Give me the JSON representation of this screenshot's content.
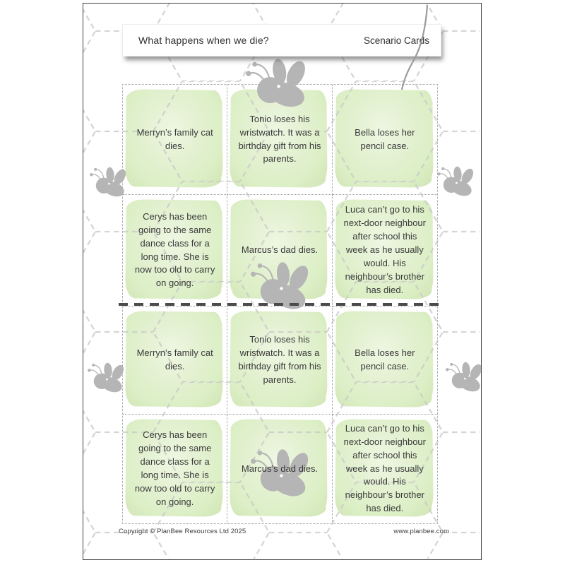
{
  "header": {
    "title": "What happens when we die?",
    "subtitle": "Scenario Cards"
  },
  "cards": {
    "repeat_count": 2,
    "scenarios": [
      "Merryn’s family cat dies.",
      "Tonio loses his wristwatch. It was a birthday gift from his parents.",
      "Bella loses her pencil case.",
      "Cerys has been going to the same dance class for a long time. She is now too old to carry on going.",
      "Marcus’s dad dies.",
      "Luca can’t go to his next-door neighbour after school this week as he usually would. His neighbour’s brother has died."
    ]
  },
  "footer": {
    "copyright": "Copyright © PlanBee Resources Ltd 2025",
    "website": "www.planbee.com"
  },
  "decoration": {
    "bee": "bee-icon",
    "background": "dashed honeycomb hexagons",
    "cut_lines": "dotted card borders with thick dashed centre cut line"
  },
  "colors": {
    "card_green": "#dcefc6",
    "card_green_edge": "#d1e5b6",
    "bee_gray": "#b5b5b5",
    "pattern_gray": "#c8c8c8",
    "divider_dark": "#4b4b4b",
    "text": "#3a3a3a",
    "page_border": "#3f3f3f"
  }
}
